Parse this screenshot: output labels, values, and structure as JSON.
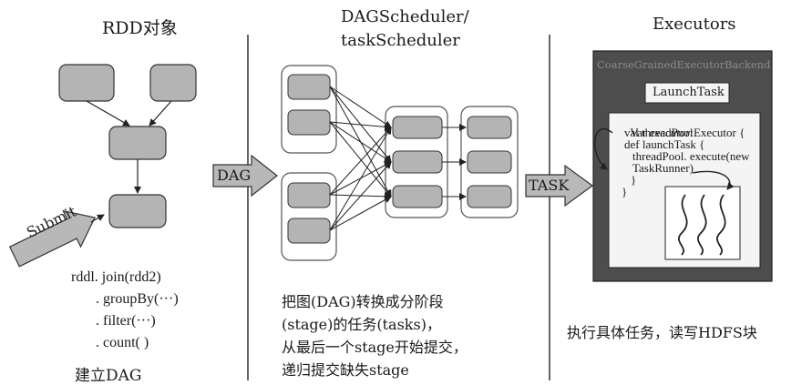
{
  "col1": {
    "title": "RDD对象",
    "submit_label": "Submit",
    "code": [
      "rddl. join(rdd2)",
      ". groupBy(···)",
      ". filter(···)",
      ". count( )"
    ],
    "caption": "建立DAG"
  },
  "arrow_dag": "DAG",
  "col2": {
    "title_line1": "DAGScheduler/",
    "title_line2": "taskScheduler",
    "desc": [
      "把图(DAG)转换成分阶段",
      "(stage)的任务(tasks)，",
      "从最后一个stage开始提交，",
      "递归提交缺失stage"
    ]
  },
  "arrow_task": "TASK",
  "col3": {
    "title": "Executors",
    "backend_label": "CoarseGrainedExecutorBackend",
    "launch_task": "LaunchTask",
    "code_var": "Var",
    "code_executor": "executor",
    "code_type": ":Executor {",
    "code_lines": [
      "val threadPool",
      "def launchTask {",
      "threadPool. execute(new",
      "TaskRunner)",
      "}",
      "}"
    ],
    "caption": "执行具体任务，读写HDFS块"
  },
  "colors": {
    "node_fill": "#b4b4b4",
    "stage_border": "#555555",
    "executor_box": "#4d4d4d",
    "inner_box": "#f4f4f4",
    "arrow_fill": "#b8b8b8"
  }
}
